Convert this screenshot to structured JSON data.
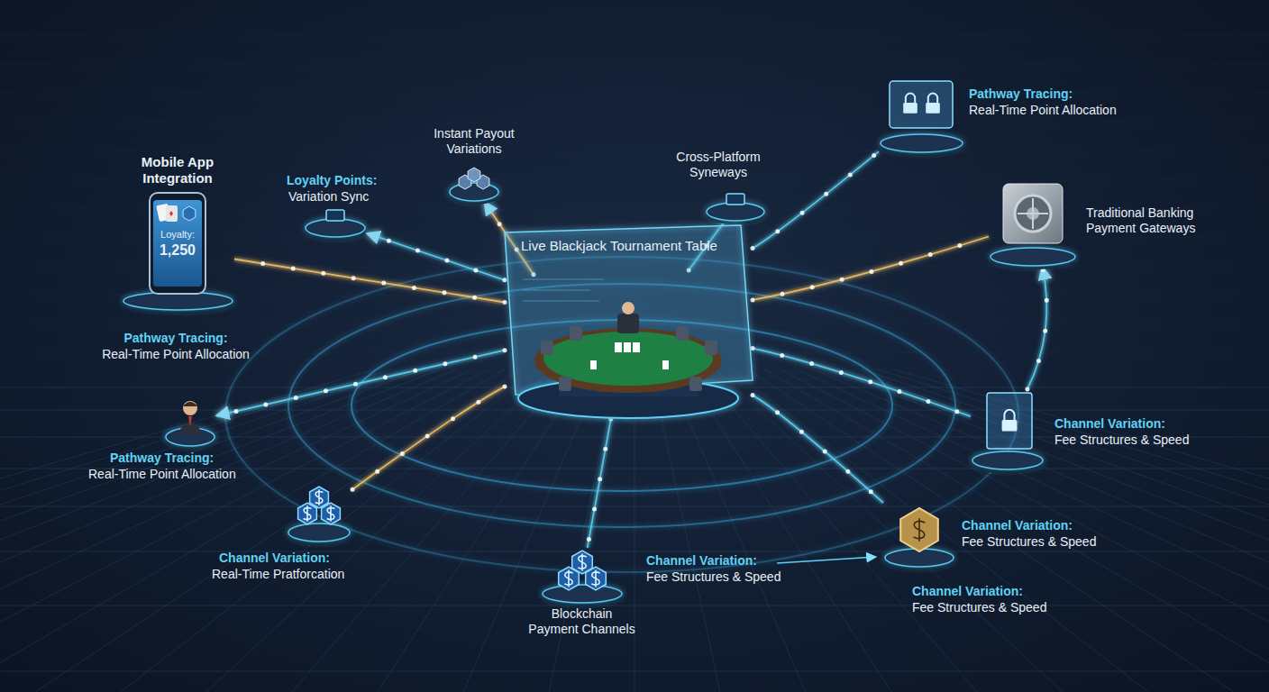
{
  "diagram": {
    "nodes": [
      {
        "text": [
          "Mobile App Integration",
          "Loyalty:",
          "1,250",
          "Pathway Tracing:",
          "Real-Time Point Allocation"
        ]
      },
      {
        "text": [
          "Loyalty Points:",
          "Variation Sync"
        ]
      },
      {
        "text": [
          "Instant Payout Variations"
        ]
      },
      {
        "text": [
          "Cross-Platform Syneways"
        ]
      },
      {
        "text": [
          "Pathway Tracing:",
          "Real-Time Point Allocation"
        ]
      },
      {
        "text": [
          "Traditional Banking Payment Gateways"
        ]
      },
      {
        "text": [
          "Live Blackjack Tournament Table"
        ]
      },
      {
        "text": [
          "Pathway Tracing:",
          "Real-Time Point Allocation"
        ]
      },
      {
        "text": [
          "Channel Variation:",
          "Fee Structures & Speed"
        ]
      },
      {
        "text": [
          "Channel Variation:",
          "Real-Time Pratforcation"
        ]
      },
      {
        "text": [
          "Blockchain Payment Channels"
        ]
      },
      {
        "text": [
          "Channel Variation:",
          "Fee Structures & Speed"
        ]
      }
    ],
    "edges": [
      {
        "from": 6,
        "to": 0,
        "arrow": "none"
      },
      {
        "from": 6,
        "to": 1,
        "arrow": "to"
      },
      {
        "from": 6,
        "to": 2,
        "arrow": "to"
      },
      {
        "from": 6,
        "to": 3,
        "arrow": "none"
      },
      {
        "from": 6,
        "to": 4,
        "arrow": "none"
      },
      {
        "from": 6,
        "to": 5,
        "arrow": "none"
      },
      {
        "from": 6,
        "to": 7,
        "arrow": "to"
      },
      {
        "from": 6,
        "to": 8,
        "arrow": "none"
      },
      {
        "from": 6,
        "to": 9,
        "arrow": "none"
      },
      {
        "from": 6,
        "to": 10,
        "arrow": "none"
      },
      {
        "from": 6,
        "to": 11,
        "arrow": "none"
      },
      {
        "from": 8,
        "to": 5,
        "arrow": "to"
      }
    ],
    "labels": [
      "Channel Variation:",
      "Fee Structures & Speed",
      "Channel Variation:",
      "Fee Structures & Speed"
    ]
  }
}
